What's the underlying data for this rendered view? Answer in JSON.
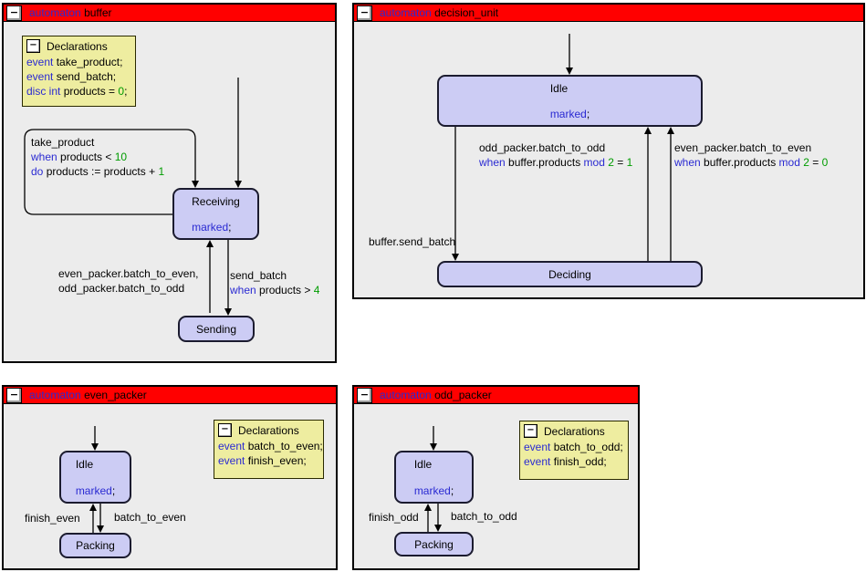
{
  "ui": {
    "collapse_glyph": "−"
  },
  "colors": {
    "keyword": "#2a2ad2",
    "number": "#009c00",
    "header-bg": "#ff0000",
    "panel-bg": "#ececec",
    "panel-border": "#000000",
    "state-fill": "#ccccf4",
    "state-border": "#1b1b2f",
    "decl-fill": "#eeeda0",
    "decl-border": "#2a2a00",
    "line": "#000000",
    "text": "#000000"
  },
  "panels": {
    "buffer": {
      "header": {
        "keyword": "automaton",
        "name": "buffer"
      },
      "declarations": {
        "title": "Declarations",
        "lines": [
          [
            {
              "t": "event",
              "c": "kw"
            },
            {
              "t": " take_product;"
            }
          ],
          [
            {
              "t": "event",
              "c": "kw"
            },
            {
              "t": " send_batch;"
            }
          ],
          [
            {
              "t": "disc int",
              "c": "kw"
            },
            {
              "t": " products = "
            },
            {
              "t": "0",
              "c": "num"
            },
            {
              "t": ";"
            }
          ]
        ]
      },
      "states": {
        "receiving": {
          "name": "Receiving",
          "marked": [
            {
              "t": "marked",
              "c": "kw"
            },
            {
              "t": ";"
            }
          ]
        },
        "sending": {
          "name": "Sending"
        }
      },
      "edges": {
        "take_product_loop": [
          [
            {
              "t": "take_product"
            }
          ],
          [
            {
              "t": "when",
              "c": "kw"
            },
            {
              "t": " products < "
            },
            {
              "t": "10",
              "c": "num"
            }
          ],
          [
            {
              "t": "do",
              "c": "kw"
            },
            {
              "t": " products := products + "
            },
            {
              "t": "1",
              "c": "num"
            }
          ]
        ],
        "batch_to_packers": [
          [
            {
              "t": "even_packer.batch_to_even,"
            }
          ],
          [
            {
              "t": "odd_packer.batch_to_odd"
            }
          ]
        ],
        "send_batch": [
          [
            {
              "t": "send_batch"
            }
          ],
          [
            {
              "t": "when",
              "c": "kw"
            },
            {
              "t": " products > "
            },
            {
              "t": "4",
              "c": "num"
            }
          ]
        ]
      }
    },
    "decision_unit": {
      "header": {
        "keyword": "automaton",
        "name": "decision_unit"
      },
      "states": {
        "idle": {
          "name": "Idle",
          "marked": [
            {
              "t": "marked",
              "c": "kw"
            },
            {
              "t": ";"
            }
          ]
        },
        "deciding": {
          "name": "Deciding"
        }
      },
      "edges": {
        "odd": [
          [
            {
              "t": "odd_packer.batch_to_odd"
            }
          ],
          [
            {
              "t": "when",
              "c": "kw"
            },
            {
              "t": " buffer.products "
            },
            {
              "t": "mod",
              "c": "kw"
            },
            {
              "t": " "
            },
            {
              "t": "2",
              "c": "num"
            },
            {
              "t": " = "
            },
            {
              "t": "1",
              "c": "num"
            }
          ]
        ],
        "even": [
          [
            {
              "t": "even_packer.batch_to_even"
            }
          ],
          [
            {
              "t": "when",
              "c": "kw"
            },
            {
              "t": " buffer.products "
            },
            {
              "t": "mod",
              "c": "kw"
            },
            {
              "t": " "
            },
            {
              "t": "2",
              "c": "num"
            },
            {
              "t": " = "
            },
            {
              "t": "0",
              "c": "num"
            }
          ]
        ],
        "send": [
          [
            {
              "t": "buffer.send_batch"
            }
          ]
        ]
      }
    },
    "even_packer": {
      "header": {
        "keyword": "automaton",
        "name": "even_packer"
      },
      "declarations": {
        "title": "Declarations",
        "lines": [
          [
            {
              "t": "event",
              "c": "kw"
            },
            {
              "t": " batch_to_even;"
            }
          ],
          [
            {
              "t": "event",
              "c": "kw"
            },
            {
              "t": " finish_even;"
            }
          ]
        ]
      },
      "states": {
        "idle": {
          "name": "Idle",
          "marked": [
            {
              "t": "marked",
              "c": "kw"
            },
            {
              "t": ";"
            }
          ]
        },
        "packing": {
          "name": "Packing"
        }
      },
      "edges": {
        "finish": [
          [
            {
              "t": "finish_even"
            }
          ]
        ],
        "batch": [
          [
            {
              "t": "batch_to_even"
            }
          ]
        ]
      }
    },
    "odd_packer": {
      "header": {
        "keyword": "automaton",
        "name": "odd_packer"
      },
      "declarations": {
        "title": "Declarations",
        "lines": [
          [
            {
              "t": "event",
              "c": "kw"
            },
            {
              "t": " batch_to_odd;"
            }
          ],
          [
            {
              "t": "event",
              "c": "kw"
            },
            {
              "t": " finish_odd;"
            }
          ]
        ]
      },
      "states": {
        "idle": {
          "name": "Idle",
          "marked": [
            {
              "t": "marked",
              "c": "kw"
            },
            {
              "t": ";"
            }
          ]
        },
        "packing": {
          "name": "Packing"
        }
      },
      "edges": {
        "finish": [
          [
            {
              "t": "finish_odd"
            }
          ]
        ],
        "batch": [
          [
            {
              "t": "batch_to_odd"
            }
          ]
        ]
      }
    }
  }
}
